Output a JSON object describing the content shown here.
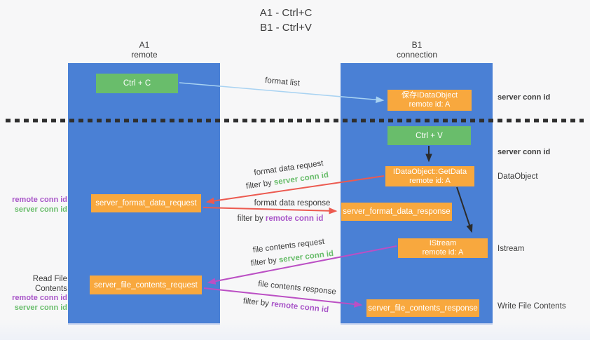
{
  "title": {
    "line1": "A1 - Ctrl+C",
    "line2": "B1 - Ctrl+V"
  },
  "lifelines": {
    "a1": {
      "name": "A1",
      "subtitle": "remote"
    },
    "b1": {
      "name": "B1",
      "subtitle": "connection"
    }
  },
  "nodes": {
    "ctrl_c": {
      "label": "Ctrl + C"
    },
    "ctrl_v": {
      "label": "Ctrl + V"
    },
    "save_dataobject": {
      "line1": "保存IDataObject",
      "line2": "remote id: A"
    },
    "getdata": {
      "line1": "IDataObject::GetData",
      "line2": "remote id: A"
    },
    "istream": {
      "line1": "IStream",
      "line2": "remote id: A"
    },
    "server_format_data_request": {
      "label": "server_format_data_request"
    },
    "server_format_data_response": {
      "label": "server_format_data_response"
    },
    "server_file_contents_request": {
      "label": "server_file_contents_request"
    },
    "server_file_contents_response": {
      "label": "server_file_contents_response"
    }
  },
  "arrow_labels": {
    "format_list": "format list",
    "format_data_request": "format data request",
    "format_data_response": "format data response",
    "file_contents_request": "file contents request",
    "file_contents_response": "file contents response",
    "filter_by": "filter by",
    "server_conn_id": "server conn id",
    "remote_conn_id": "remote conn id"
  },
  "side_labels": {
    "remote_conn_id": "remote conn id",
    "server_conn_id": "server conn id",
    "read_file_contents": "Read File Contents",
    "dataobject": "DataObject",
    "istream": "Istream",
    "write_file_contents": "Write File Contents"
  },
  "colors": {
    "lifeline_blue": "#4a80d5",
    "action_green": "#69bd6b",
    "node_orange": "#f8a83e",
    "arrow_light_blue": "#a9d3f2",
    "arrow_red": "#ec5a50",
    "arrow_magenta": "#bb4fc4",
    "arrow_black": "#2b2b2b",
    "text_green": "#69bd6b",
    "text_purple": "#a855c8",
    "background": "#f7f7f8"
  }
}
